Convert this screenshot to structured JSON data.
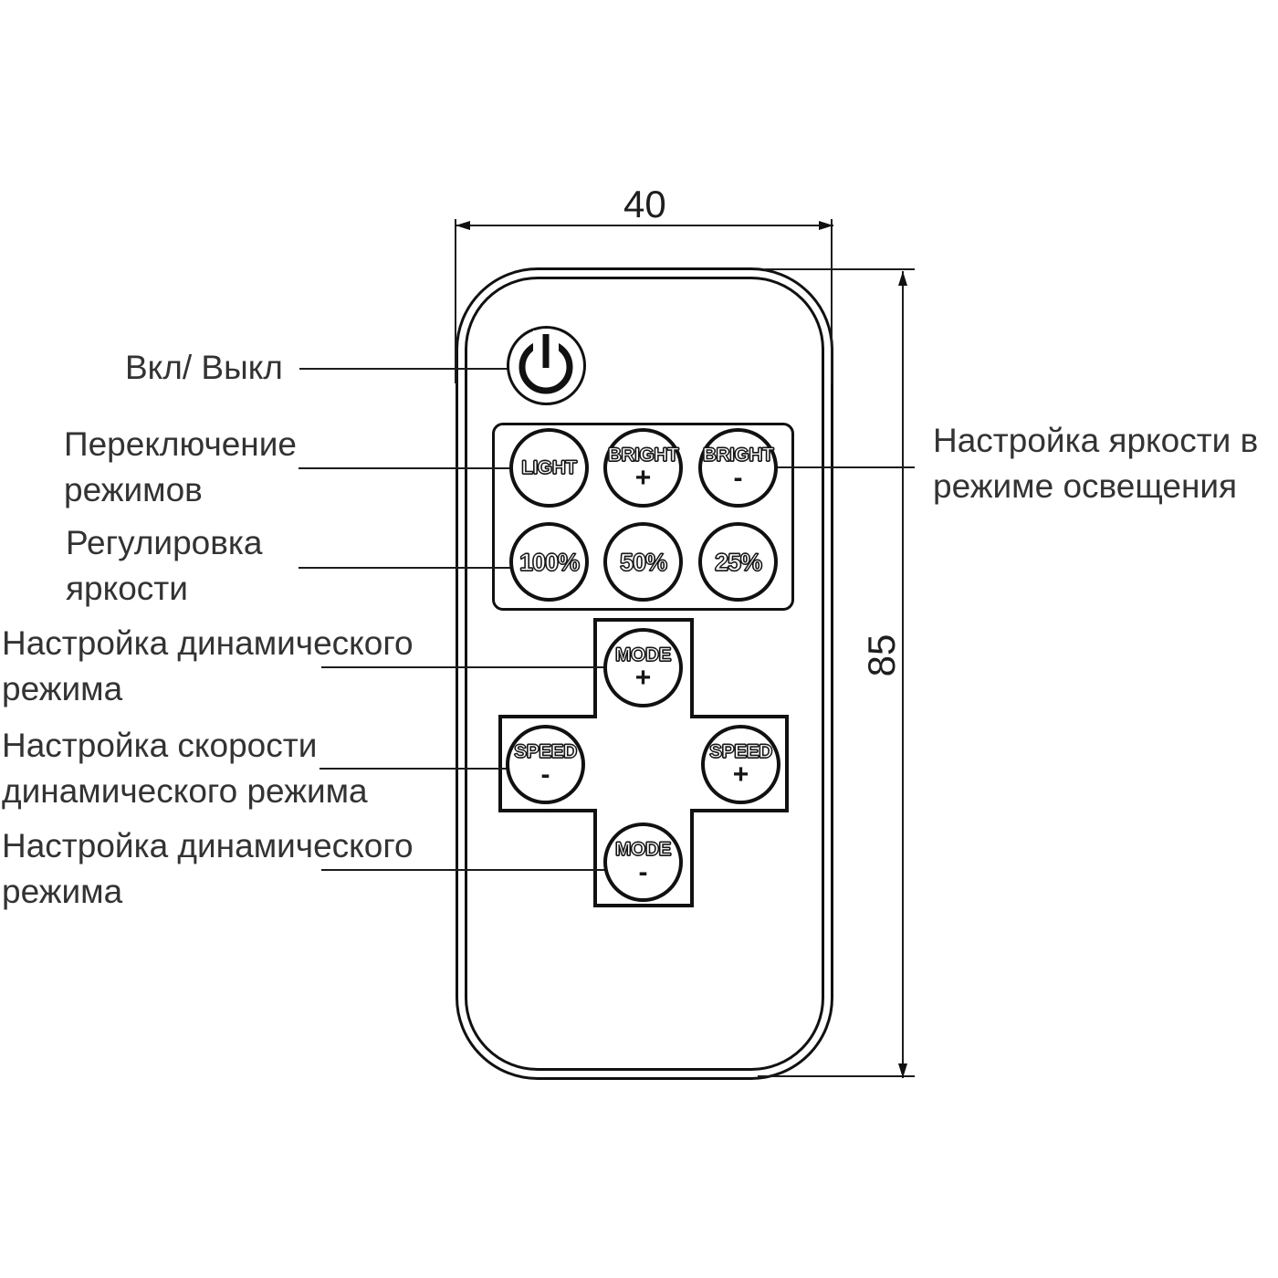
{
  "diagram": {
    "dimensions": {
      "width_label": "40",
      "height_label": "85"
    },
    "remote": {
      "power_button": {
        "icon": "power-icon"
      },
      "grid_buttons": [
        {
          "label": "LIGHT",
          "sub": ""
        },
        {
          "label": "BRIGHT",
          "sub": "+"
        },
        {
          "label": "BRIGHT",
          "sub": "-"
        },
        {
          "label": "100%",
          "sub": ""
        },
        {
          "label": "50%",
          "sub": ""
        },
        {
          "label": "25%",
          "sub": ""
        }
      ],
      "dpad_buttons": [
        {
          "label": "MODE",
          "sub": "+"
        },
        {
          "label": "SPEED",
          "sub": "-"
        },
        {
          "label": "SPEED",
          "sub": "+"
        },
        {
          "label": "MODE",
          "sub": "-"
        }
      ]
    },
    "annotations": {
      "left": [
        {
          "line1": "Вкл/ Выкл",
          "line2": ""
        },
        {
          "line1": "Переключение",
          "line2": "режимов"
        },
        {
          "line1": "Регулировка",
          "line2": "яркости"
        },
        {
          "line1": "Настройка динамического",
          "line2": "режима"
        },
        {
          "line1": "Настройка скорости",
          "line2": "динамического режима"
        },
        {
          "line1": "Настройка динамического",
          "line2": "режима"
        }
      ],
      "right": [
        {
          "line1": "Настройка яркости в",
          "line2": "режиме освещения"
        }
      ]
    },
    "colors": {
      "line": "#1c1c1c",
      "text": "#333333",
      "background": "#ffffff"
    }
  }
}
